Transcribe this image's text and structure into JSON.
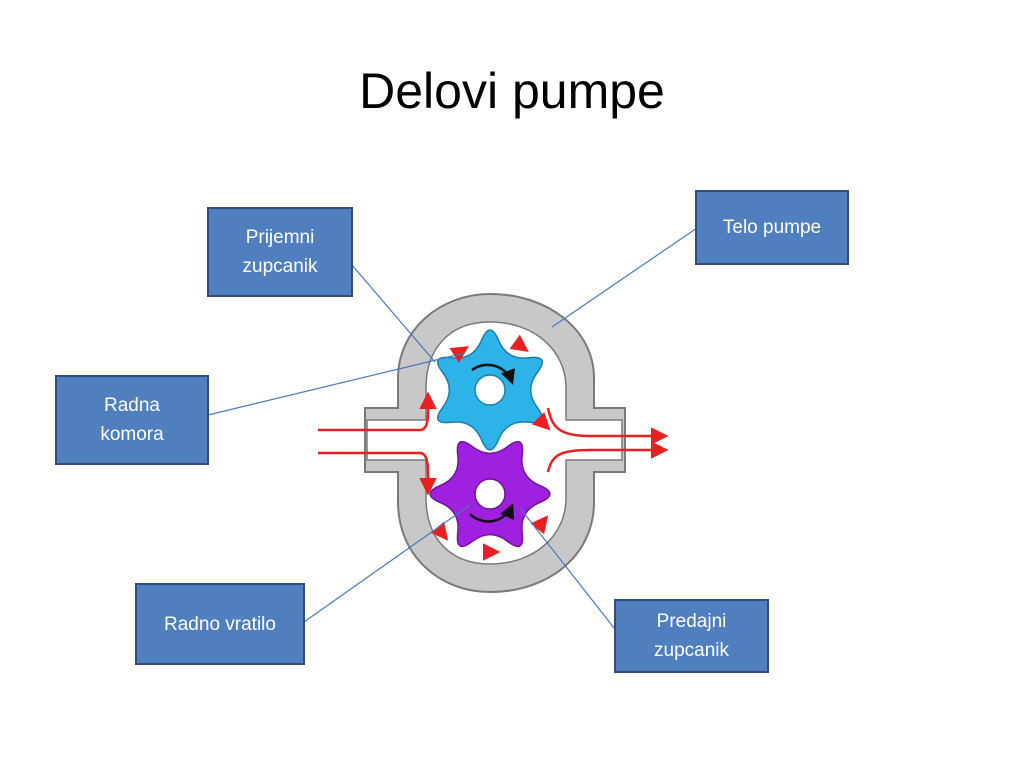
{
  "slide": {
    "title": "Delovi pumpe"
  },
  "labels": {
    "prijemni": "Prijemni\nzupcanik",
    "telo": "Telo pumpe",
    "radna_komora": "Radna\nkomora",
    "radno_vratilo": "Radno vratilo",
    "predajni": "Predajni\nzupcanik"
  },
  "colors": {
    "label_fill": "#4f7fbf",
    "label_border": "#2f4f7a",
    "leader_line": "#4a78c0",
    "housing": "#c8c8c8",
    "housing_stroke": "#7a7a7a",
    "driven_gear": "#2eb3e8",
    "drive_gear": "#a020e0",
    "flow_arrow": "#e82020"
  }
}
